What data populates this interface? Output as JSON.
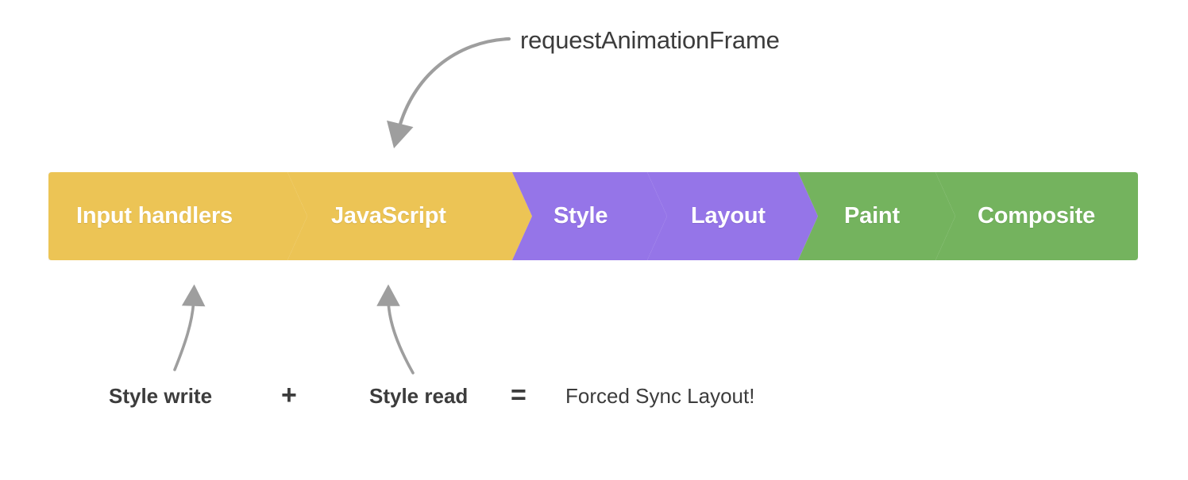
{
  "diagram": {
    "title_annotation": "requestAnimationFrame",
    "background_color": "#ffffff",
    "colors": {
      "yellow": "#ecc455",
      "purple": "#9575e8",
      "green": "#74b35e",
      "arrow_gray": "#9e9e9e",
      "text_dark": "#3c3c3c",
      "label_white": "#ffffff"
    },
    "pipeline": {
      "name": "browser-rendering-pipeline",
      "segments": [
        {
          "label": "Input handlers",
          "color": "#ecc455",
          "group": "javascript"
        },
        {
          "label": "JavaScript",
          "color": "#ecc455",
          "group": "javascript"
        },
        {
          "label": "Style",
          "color": "#9575e8",
          "group": "style-layout"
        },
        {
          "label": "Layout",
          "color": "#9575e8",
          "group": "style-layout"
        },
        {
          "label": "Paint",
          "color": "#74b35e",
          "group": "paint-composite"
        },
        {
          "label": "Composite",
          "color": "#74b35e",
          "group": "paint-composite"
        }
      ]
    },
    "callouts": [
      {
        "name": "raf-callout",
        "text": "requestAnimationFrame",
        "points_to": "JavaScript"
      },
      {
        "name": "style-write-callout",
        "text": "Style write",
        "points_to": "Input handlers"
      },
      {
        "name": "style-read-callout",
        "text": "Style read",
        "points_to": "JavaScript"
      }
    ],
    "equation": {
      "term_1": "Style write",
      "operator_plus": "+",
      "term_2": "Style read",
      "operator_equals": "=",
      "result": "Forced Sync Layout!"
    }
  }
}
